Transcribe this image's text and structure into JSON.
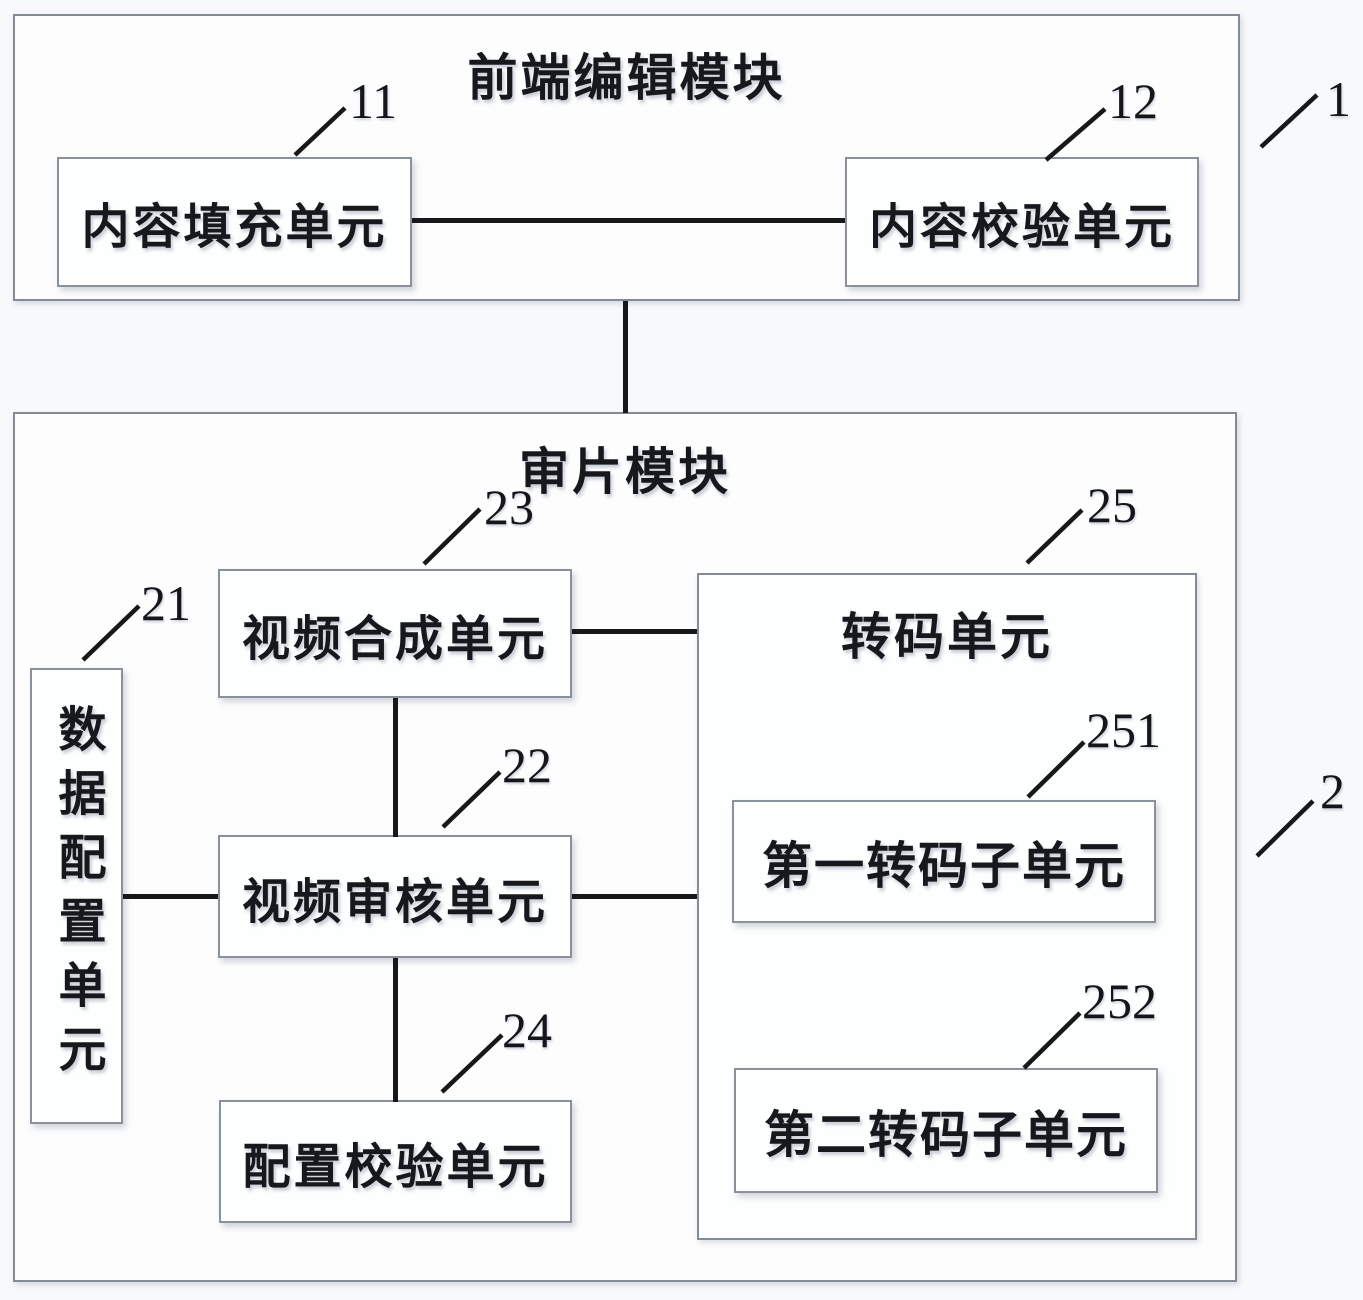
{
  "figure": {
    "module1": {
      "title": "前端编辑模块",
      "ref": "1",
      "unit11": {
        "ref": "11",
        "label": "内容填充单元"
      },
      "unit12": {
        "ref": "12",
        "label": "内容校验单元"
      }
    },
    "module2": {
      "title": "审片模块",
      "ref": "2",
      "unit21": {
        "ref": "21",
        "label": "数据配置单元"
      },
      "unit23": {
        "ref": "23",
        "label": "视频合成单元"
      },
      "unit22": {
        "ref": "22",
        "label": "视频审核单元"
      },
      "unit24": {
        "ref": "24",
        "label": "配置校验单元"
      },
      "unit25": {
        "ref": "25",
        "title": "转码单元",
        "unit251": {
          "ref": "251",
          "label": "第一转码子单元"
        },
        "unit252": {
          "ref": "252",
          "label": "第二转码子单元"
        }
      }
    }
  }
}
